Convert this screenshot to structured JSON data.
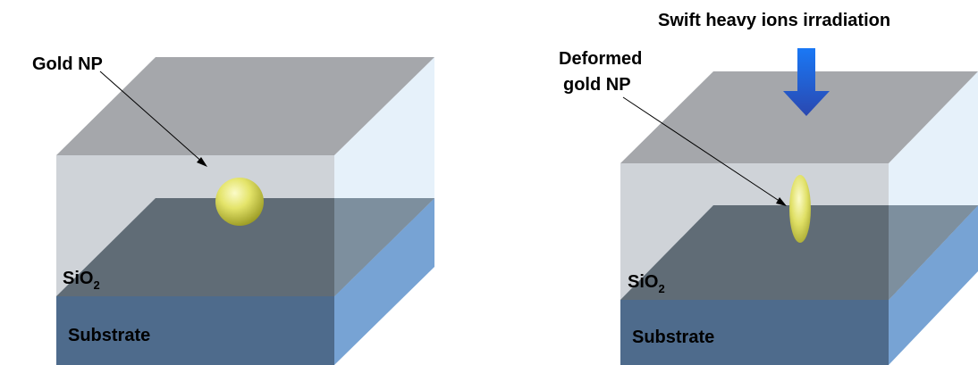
{
  "left_panel": {
    "particle_label": "Gold NP",
    "layer_label": {
      "base": "SiO",
      "subscript": "2"
    },
    "substrate_label": "Substrate"
  },
  "right_panel": {
    "irradiation_label": "Swift heavy ions irradiation",
    "particle_label_line1": "Deformed",
    "particle_label_line2": "gold NP",
    "layer_label": {
      "base": "SiO",
      "subscript": "2"
    },
    "substrate_label": "Substrate"
  },
  "colors": {
    "top_face": "#a5a7ab",
    "sio2_front": "#cfd3d8",
    "sio2_side": "#e6f1fa",
    "substrate_top": "#5c6873",
    "substrate_top_right": "#7d8f9e",
    "substrate_front": "#4e6b8c",
    "substrate_side": "#77a3d4",
    "gold_light": "#f3f3a0",
    "gold_dark": "#a8a82c",
    "arrow_light": "#1e6ff0",
    "arrow_dark": "#2a4fb8",
    "leader_line": "#000000"
  }
}
